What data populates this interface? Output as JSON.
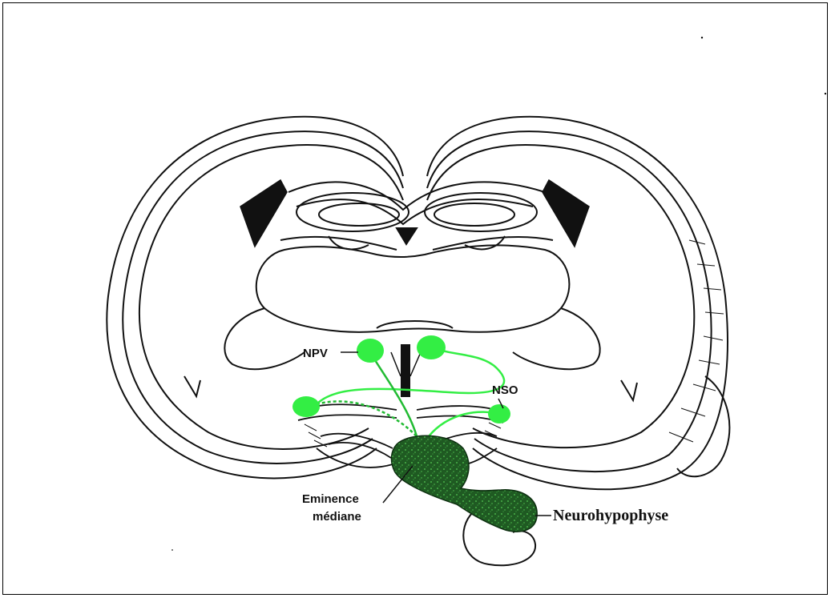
{
  "labels": {
    "npv": "NPV",
    "nso": "NSO",
    "eminence_line1": "Eminence",
    "eminence_line2": "médiane",
    "neurohypophyse": "Neurohypophyse"
  },
  "colors": {
    "outline": "#111111",
    "nucleus_green": "#33ee44",
    "pathway_green": "#22bb33",
    "gland_dark_green": "#1f5a22",
    "gland_speckle": "#55cc55",
    "background": "#ffffff",
    "frame": "#000000"
  }
}
